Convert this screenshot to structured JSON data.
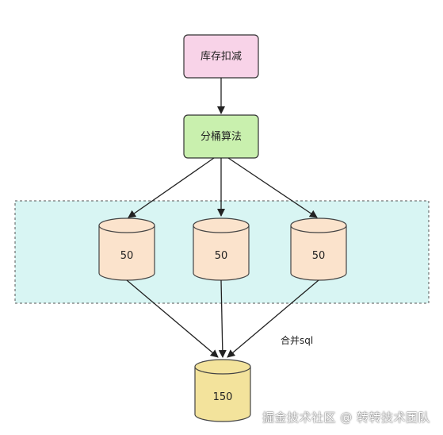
{
  "nodes": {
    "inventory_deduct": "库存扣减",
    "bucket_algorithm": "分桶算法",
    "buckets": [
      "50",
      "50",
      "50"
    ],
    "total": "150"
  },
  "edge_labels": {
    "merge": "合并sql"
  },
  "watermark": "掘金技术社区 @ 转转技术团队",
  "colors": {
    "pink_fill": "#f8d3e8",
    "green_fill": "#c9f0ae",
    "bucket_fill": "#fbe3cc",
    "total_fill": "#f3e39c",
    "group_fill": "#d8f5f3"
  }
}
